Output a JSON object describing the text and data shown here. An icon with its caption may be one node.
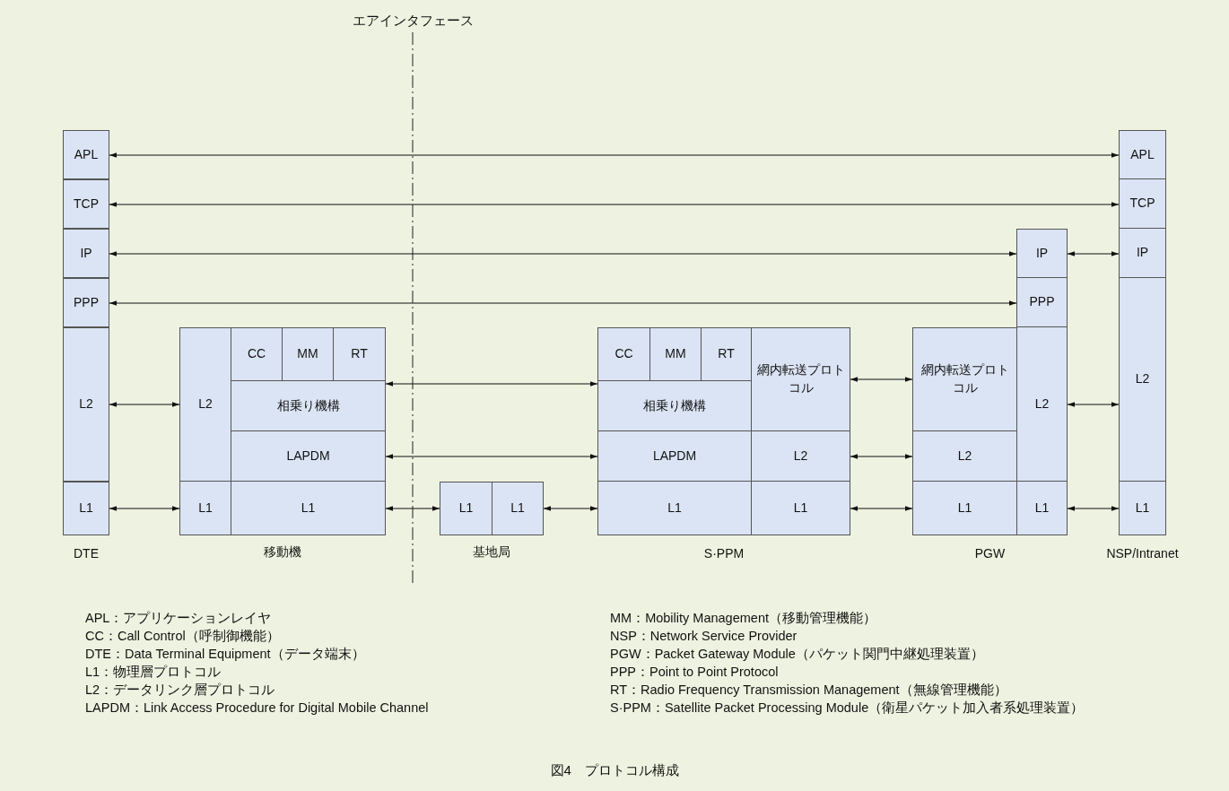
{
  "diagram": {
    "caption": "図4　プロトコル構成",
    "nodes": [
      {
        "text": [
          "DTE"
        ]
      },
      {
        "text": [
          "APL"
        ],
        "in": 0
      },
      {
        "text": [
          "TCP"
        ],
        "in": 0
      },
      {
        "text": [
          "IP"
        ],
        "in": 0
      },
      {
        "text": [
          "PPP"
        ],
        "in": 0
      },
      {
        "text": [
          "L2"
        ],
        "in": 0
      },
      {
        "text": [
          "L1"
        ],
        "in": 0
      },
      {
        "text": [
          "移動機"
        ]
      },
      {
        "text": [
          "L2"
        ],
        "in": 7
      },
      {
        "text": [
          "CC"
        ],
        "in": 7
      },
      {
        "text": [
          "MM"
        ],
        "in": 7
      },
      {
        "text": [
          "RT"
        ],
        "in": 7
      },
      {
        "text": [
          "相乗り機構"
        ],
        "in": 7
      },
      {
        "text": [
          "LAPDM"
        ],
        "in": 7
      },
      {
        "text": [
          "L1"
        ],
        "in": 7
      },
      {
        "text": [
          "L1"
        ],
        "in": 7
      },
      {
        "text": [
          "基地局"
        ]
      },
      {
        "text": [
          "L1"
        ],
        "in": 16
      },
      {
        "text": [
          "L1"
        ],
        "in": 16
      },
      {
        "text": [
          "S·PPM"
        ]
      },
      {
        "text": [
          "CC"
        ],
        "in": 19
      },
      {
        "text": [
          "MM"
        ],
        "in": 19
      },
      {
        "text": [
          "RT"
        ],
        "in": 19
      },
      {
        "text": [
          "網内転送プロトコル"
        ],
        "in": 19
      },
      {
        "text": [
          "相乗り機構"
        ],
        "in": 19
      },
      {
        "text": [
          "LAPDM"
        ],
        "in": 19
      },
      {
        "text": [
          "L2"
        ],
        "in": 19
      },
      {
        "text": [
          "L1"
        ],
        "in": 19
      },
      {
        "text": [
          "L1"
        ],
        "in": 19
      },
      {
        "text": [
          "PGW"
        ]
      },
      {
        "text": [
          "IP"
        ],
        "in": 29
      },
      {
        "text": [
          "PPP"
        ],
        "in": 29
      },
      {
        "text": [
          "網内転送プロトコル"
        ],
        "in": 29
      },
      {
        "text": [
          "L2"
        ],
        "in": 29
      },
      {
        "text": [
          "L2"
        ],
        "in": 29
      },
      {
        "text": [
          "L1"
        ],
        "in": 29
      },
      {
        "text": [
          "L1"
        ],
        "in": 29
      },
      {
        "text": [
          "NSP/Intranet"
        ]
      },
      {
        "text": [
          "APL"
        ],
        "in": 37
      },
      {
        "text": [
          "TCP"
        ],
        "in": 37
      },
      {
        "text": [
          "IP"
        ],
        "in": 37
      },
      {
        "text": [
          "L2"
        ],
        "in": 37
      },
      {
        "text": [
          "L1"
        ],
        "in": 37
      }
    ],
    "edges": [
      {
        "from": 1,
        "to": 38,
        "arrow": "both"
      },
      {
        "from": 2,
        "to": 39,
        "arrow": "both"
      },
      {
        "from": 3,
        "to": 30,
        "arrow": "both"
      },
      {
        "from": 4,
        "to": 31,
        "arrow": "both"
      },
      {
        "from": 30,
        "to": 40,
        "arrow": "both"
      },
      {
        "from": 5,
        "to": 8,
        "arrow": "both"
      },
      {
        "from": 6,
        "to": 14,
        "arrow": "both"
      },
      {
        "from": 12,
        "to": 24,
        "arrow": "both"
      },
      {
        "from": 13,
        "to": 25,
        "arrow": "both"
      },
      {
        "from": 15,
        "to": 17,
        "arrow": "both"
      },
      {
        "from": 18,
        "to": 27,
        "arrow": "both"
      },
      {
        "from": 23,
        "to": 32,
        "arrow": "both"
      },
      {
        "from": 26,
        "to": 33,
        "arrow": "both"
      },
      {
        "from": 28,
        "to": 35,
        "arrow": "both"
      },
      {
        "from": 34,
        "to": 41,
        "arrow": "both"
      },
      {
        "from": 36,
        "to": 42,
        "arrow": "both"
      }
    ],
    "labels": [
      "エアインタフェース",
      "APL：アプリケーションレイヤ",
      "CC：Call Control（呼制御機能）",
      "DTE：Data Terminal Equipment（データ端末）",
      "L1：物理層プロトコル",
      "L2：データリンク層プロトコル",
      "LAPDM：Link Access Procedure for Digital Mobile Channel",
      "MM：Mobility Management（移動管理機能）",
      "NSP：Network Service Provider",
      "PGW：Packet Gateway Module（パケット関門中継処理装置）",
      "PPP：Point to Point Protocol",
      "RT：Radio Frequency Transmission Management（無線管理機能）",
      "S·PPM：Satellite Packet Processing Module（衛星パケット加入者系処理装置）"
    ]
  }
}
